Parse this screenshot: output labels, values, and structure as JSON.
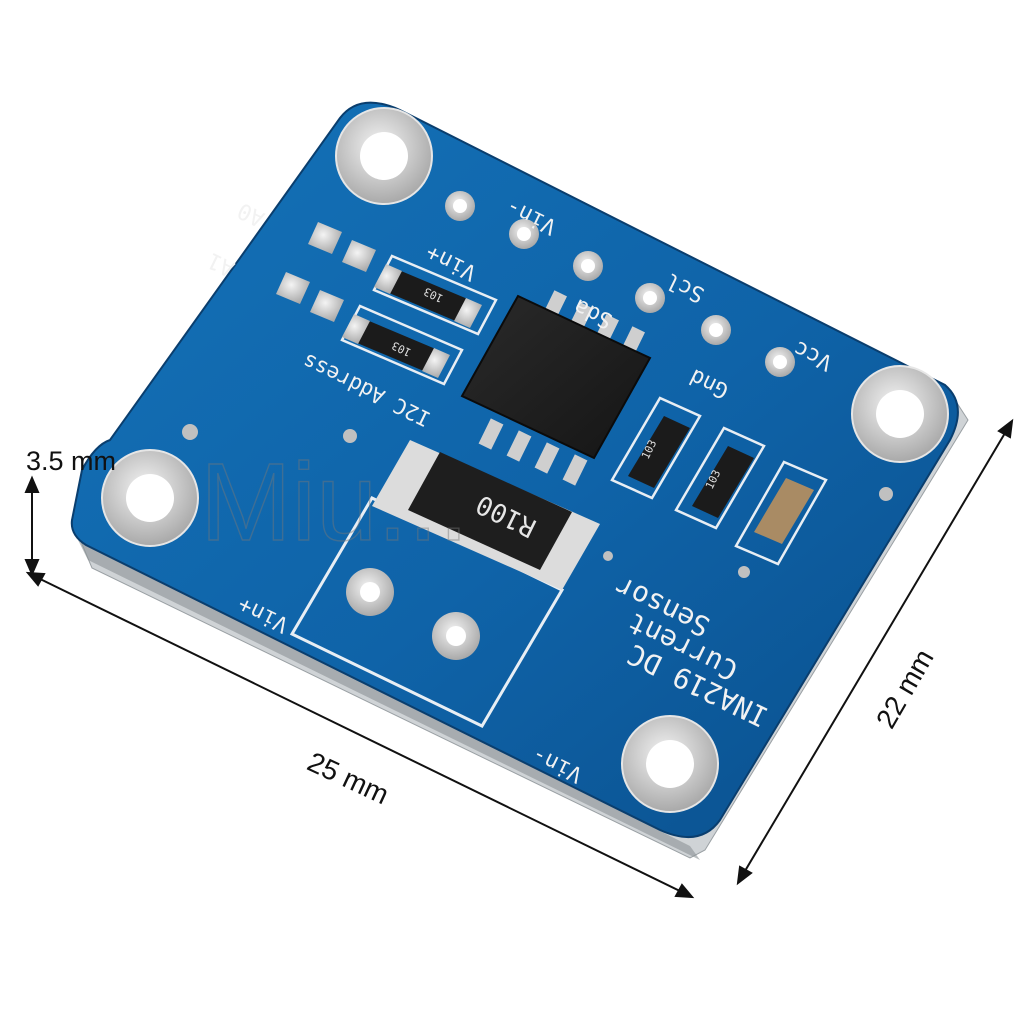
{
  "dimensions": {
    "thickness": "3.5 mm",
    "length": "25 mm",
    "width": "22 mm"
  },
  "board": {
    "title_line1": "INA219 DC",
    "title_line2": "Current",
    "title_line3": "Sensor",
    "address_label": "I2C Address",
    "a0": "A0",
    "a1": "A1",
    "pins": {
      "vin_plus": "Vin+",
      "vin_minus": "Vin-",
      "scl": "Scl",
      "sda": "Sda",
      "gnd": "Gnd",
      "vcc": "Vcc"
    },
    "terminal_vin_plus": "Vin+",
    "terminal_vin_minus": "Vin-",
    "shunt_marking": "R100",
    "resistor_marking_a": "103",
    "resistor_marking_b": "103",
    "resistor_marking_c": "103",
    "resistor_marking_d": "103"
  },
  "watermark": "Miu...",
  "colors": {
    "pcb": "#0f63a8",
    "pcb_dark": "#0b4c86",
    "pad": "#c9c9c9",
    "chip": "#1c1c1c"
  }
}
